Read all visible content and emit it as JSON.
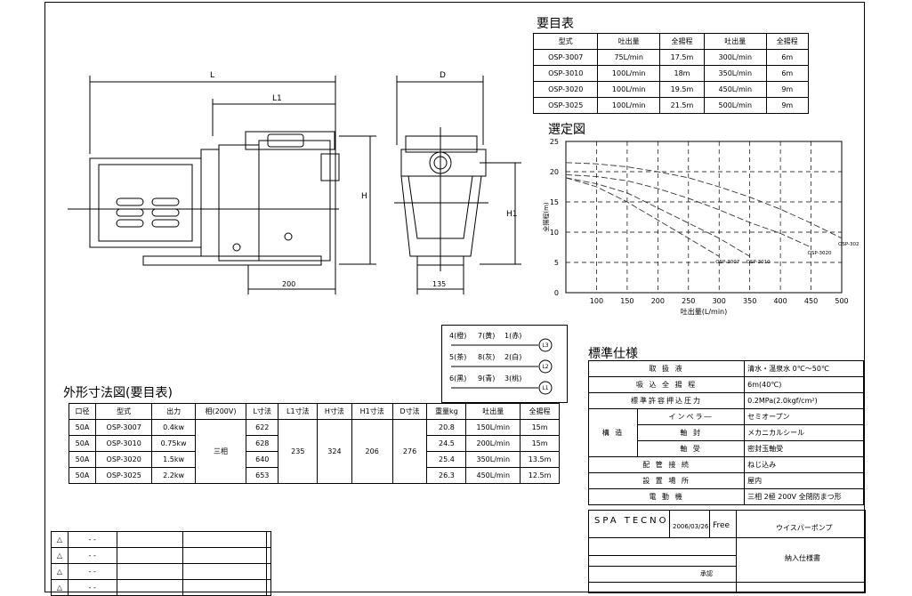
{
  "spec_table": {
    "title": "要目表",
    "headers": [
      "型式",
      "吐出量",
      "全揚程",
      "吐出量",
      "全揚程"
    ],
    "rows": [
      [
        "OSP-3007",
        "75L/min",
        "17.5m",
        "300L/min",
        "6m"
      ],
      [
        "OSP-3010",
        "100L/min",
        "18m",
        "350L/min",
        "6m"
      ],
      [
        "OSP-3020",
        "100L/min",
        "19.5m",
        "450L/min",
        "9m"
      ],
      [
        "OSP-3025",
        "100L/min",
        "21.5m",
        "500L/min",
        "9m"
      ]
    ]
  },
  "drawing_labels": {
    "L": "L",
    "L1": "L1",
    "D": "D",
    "H": "H",
    "H1": "H1",
    "w200": "200",
    "w135": "135"
  },
  "chart_data": {
    "type": "line",
    "title": "選定図",
    "xlabel": "吐出量(L/min)",
    "ylabel": "全揚程(m)",
    "xlim": [
      50,
      500
    ],
    "ylim": [
      0,
      25
    ],
    "x_ticks": [
      100,
      150,
      200,
      250,
      300,
      350,
      400,
      450,
      500
    ],
    "y_ticks": [
      0,
      5,
      10,
      15,
      20,
      25
    ],
    "grid": true,
    "series": [
      {
        "name": "OSP-3025",
        "x": [
          50,
          100,
          150,
          200,
          250,
          300,
          350,
          400,
          450,
          500
        ],
        "y": [
          21.5,
          21.3,
          20.8,
          20,
          19,
          17.5,
          15.8,
          13.8,
          11.5,
          9
        ]
      },
      {
        "name": "OSP-3020",
        "x": [
          50,
          100,
          150,
          200,
          250,
          300,
          350,
          400,
          450
        ],
        "y": [
          19.5,
          19.2,
          18.5,
          17.2,
          15.6,
          13.7,
          11.6,
          9.8,
          7.5
        ]
      },
      {
        "name": "OSP-3010",
        "x": [
          50,
          100,
          150,
          200,
          250,
          300,
          350
        ],
        "y": [
          19,
          18,
          16.5,
          14,
          11.5,
          9,
          6
        ]
      },
      {
        "name": "OSP-3007",
        "x": [
          50,
          100,
          150,
          200,
          250,
          300
        ],
        "y": [
          19,
          17.5,
          15,
          12,
          9,
          6
        ]
      }
    ]
  },
  "dim_table": {
    "title": "外形寸法図(要目表)",
    "headers": [
      "口径",
      "型式",
      "出力",
      "相(200V)",
      "L寸法",
      "L1寸法",
      "H寸法",
      "H1寸法",
      "D寸法",
      "重量kg",
      "吐出量",
      "全揚程"
    ],
    "rows": [
      [
        "50A",
        "OSP-3007",
        "0.4kw",
        "622",
        "20.8",
        "150L/min",
        "15m"
      ],
      [
        "50A",
        "OSP-3010",
        "0.75kw",
        "628",
        "24.5",
        "200L/min",
        "15m"
      ],
      [
        "50A",
        "OSP-3020",
        "1.5kw",
        "640",
        "25.4",
        "350L/min",
        "13.5m"
      ],
      [
        "50A",
        "OSP-3025",
        "2.2kw",
        "653",
        "26.3",
        "450L/min",
        "12.5m"
      ]
    ],
    "phase": "三相",
    "L1": "235",
    "H": "324",
    "H1": "206",
    "D": "276"
  },
  "wiring": {
    "row1": [
      "4(橙)",
      "7(黄)",
      "1(赤)"
    ],
    "row2": [
      "5(茶)",
      "8(灰)",
      "2(白)"
    ],
    "row3": [
      "6(黒)",
      "9(青)",
      "3(桃)"
    ],
    "terms": [
      "L3",
      "L2",
      "L1"
    ]
  },
  "standard_spec": {
    "title": "標準仕様",
    "rows": [
      {
        "k": "取 扱 液",
        "v": "清水・温泉水 0℃～50℃"
      },
      {
        "k": "吸 込 全 揚 程",
        "v": "6m(40℃)"
      },
      {
        "k": "標準許容押込圧力",
        "v": "0.2MPa(2.0kgf/cm²)"
      },
      {
        "k": "インペラ―",
        "v": "セミオープン"
      },
      {
        "k": "軸 封",
        "v": "メカニカルシール"
      },
      {
        "k": "軸 受",
        "v": "密封玉軸受"
      },
      {
        "k": "配 管 接 続",
        "v": "ねじ込み"
      },
      {
        "k": "設 置 場 所",
        "v": "屋内"
      },
      {
        "k": "電 動 機",
        "v": "三相 2極 200V 全閉防まつ形"
      }
    ],
    "group": "構 造"
  },
  "title_block": {
    "company": "SPA TECNO",
    "date": "2006/03/26",
    "scale": "Free",
    "product": "ウイスパーポンプ",
    "doc": "納入仕様書",
    "approve": "承認"
  },
  "revisions": {
    "mark": "△",
    "dash": "- -"
  }
}
